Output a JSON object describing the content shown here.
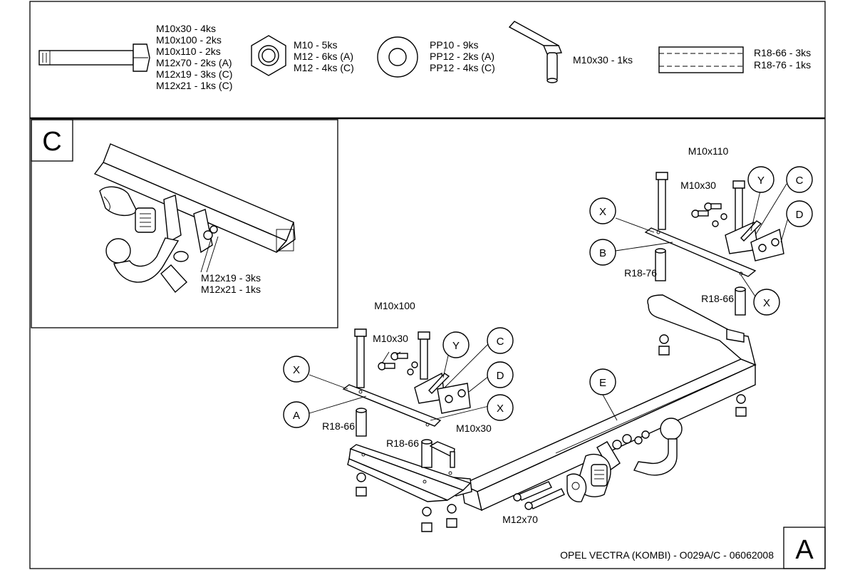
{
  "parts": {
    "bolts": [
      "M10x30 - 4ks",
      "M10x100 - 2ks",
      "M10x110 - 2ks",
      "M12x70 - 2ks (A)",
      "M12x19 - 3ks (C)",
      "M12x21 - 1ks (C)"
    ],
    "nuts": [
      "M10 - 5ks",
      "M12 - 6ks (A)",
      "M12 - 4ks (C)"
    ],
    "washers": [
      "PP10 - 9ks",
      "PP12 - 2ks (A)",
      "PP12 - 4ks (C)"
    ],
    "bracket_bolt": "M10x30 - 1ks",
    "spacers": [
      "R18-66 - 3ks",
      "R18-76 - 1ks"
    ]
  },
  "detail": {
    "label": "C",
    "callouts": [
      "M12x19 - 3ks",
      "M12x21 - 1ks"
    ]
  },
  "labels": {
    "m10x110": "M10x110",
    "m10x30_right": "M10x30",
    "m10x100": "M10x100",
    "m10x30_left": "M10x30",
    "m10x30_lower": "M10x30",
    "m12x70": "M12x70",
    "r18_76": "R18-76",
    "r18_66_right": "R18-66",
    "r18_66_left_a": "R18-66",
    "r18_66_left_b": "R18-66"
  },
  "callouts": {
    "x1": "X",
    "x2": "X",
    "x3": "X",
    "x4": "X",
    "y1": "Y",
    "y2": "Y",
    "c1": "C",
    "c2": "C",
    "d1": "D",
    "d2": "D",
    "a": "A",
    "b": "B",
    "e": "E"
  },
  "footer": {
    "title": "OPEL VECTRA (KOMBI) - O029A/C - 06062008",
    "sheet_label": "A"
  }
}
